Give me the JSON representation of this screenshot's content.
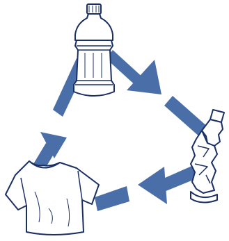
{
  "diagram": {
    "type": "recycling-cycle",
    "colors": {
      "arrow": "#4a6fa8",
      "object_fill": "#ffffff",
      "object_stroke": "#1a2f63",
      "background": "#ffffff"
    },
    "stages": [
      {
        "id": "bottle",
        "icon": "plastic-bottle-icon"
      },
      {
        "id": "crushed",
        "icon": "crushed-bottle-icon"
      },
      {
        "id": "shirt",
        "icon": "t-shirt-icon"
      }
    ],
    "arrows": [
      {
        "from": "bottle",
        "to": "crushed"
      },
      {
        "from": "crushed",
        "to": "shirt"
      },
      {
        "from": "shirt",
        "to": "bottle"
      }
    ]
  }
}
